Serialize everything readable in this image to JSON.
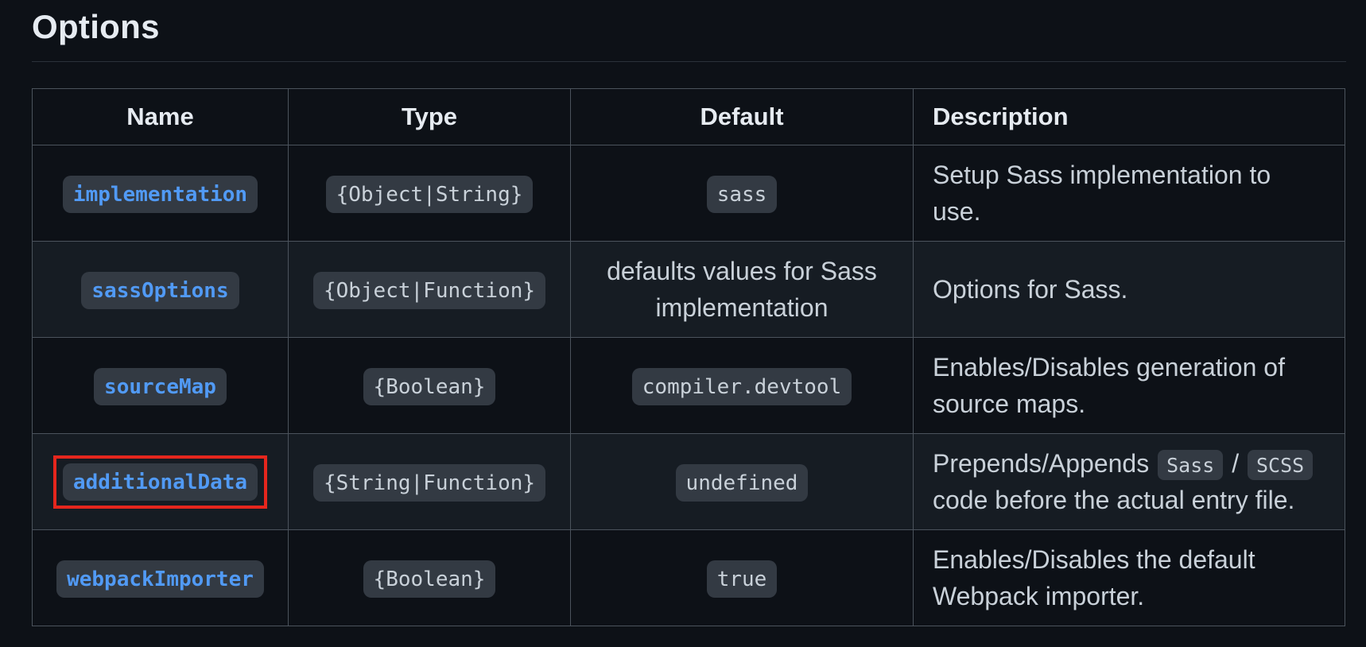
{
  "heading": "Options",
  "table": {
    "headers": [
      {
        "label": "Name",
        "align": "center"
      },
      {
        "label": "Type",
        "align": "center"
      },
      {
        "label": "Default",
        "align": "center"
      },
      {
        "label": "Description",
        "align": "left"
      }
    ],
    "rows": [
      {
        "name": "implementation",
        "type": "{Object|String}",
        "default": {
          "code": true,
          "text": "sass"
        },
        "description": [
          {
            "type": "text",
            "value": "Setup Sass implementation to use."
          }
        ],
        "highlighted": false
      },
      {
        "name": "sassOptions",
        "type": "{Object|Function}",
        "default": {
          "code": false,
          "text": "defaults values for Sass implementation"
        },
        "description": [
          {
            "type": "text",
            "value": "Options for Sass."
          }
        ],
        "highlighted": false
      },
      {
        "name": "sourceMap",
        "type": "{Boolean}",
        "default": {
          "code": true,
          "text": "compiler.devtool"
        },
        "description": [
          {
            "type": "text",
            "value": "Enables/Disables generation of source maps."
          }
        ],
        "highlighted": false
      },
      {
        "name": "additionalData",
        "type": "{String|Function}",
        "default": {
          "code": true,
          "text": "undefined"
        },
        "description": [
          {
            "type": "text",
            "value": "Prepends/Appends "
          },
          {
            "type": "code",
            "value": "Sass"
          },
          {
            "type": "text",
            "value": " / "
          },
          {
            "type": "code",
            "value": "SCSS"
          },
          {
            "type": "text",
            "value": " code before the actual entry file."
          }
        ],
        "highlighted": true
      },
      {
        "name": "webpackImporter",
        "type": "{Boolean}",
        "default": {
          "code": true,
          "text": "true"
        },
        "description": [
          {
            "type": "text",
            "value": "Enables/Disables the default Webpack importer."
          }
        ],
        "highlighted": false
      }
    ]
  },
  "colors": {
    "background": "#0d1117",
    "row_alt": "#161c23",
    "border": "#4b535c",
    "heading_text": "#e6ebf1",
    "body_text": "#c9d1d9",
    "code_bg": "#333a43",
    "link": "#519af5",
    "red_highlight": "#e5261d"
  },
  "annotations": {
    "highlight_target": "additionalData",
    "highlight_shape": "red-rectangle"
  }
}
